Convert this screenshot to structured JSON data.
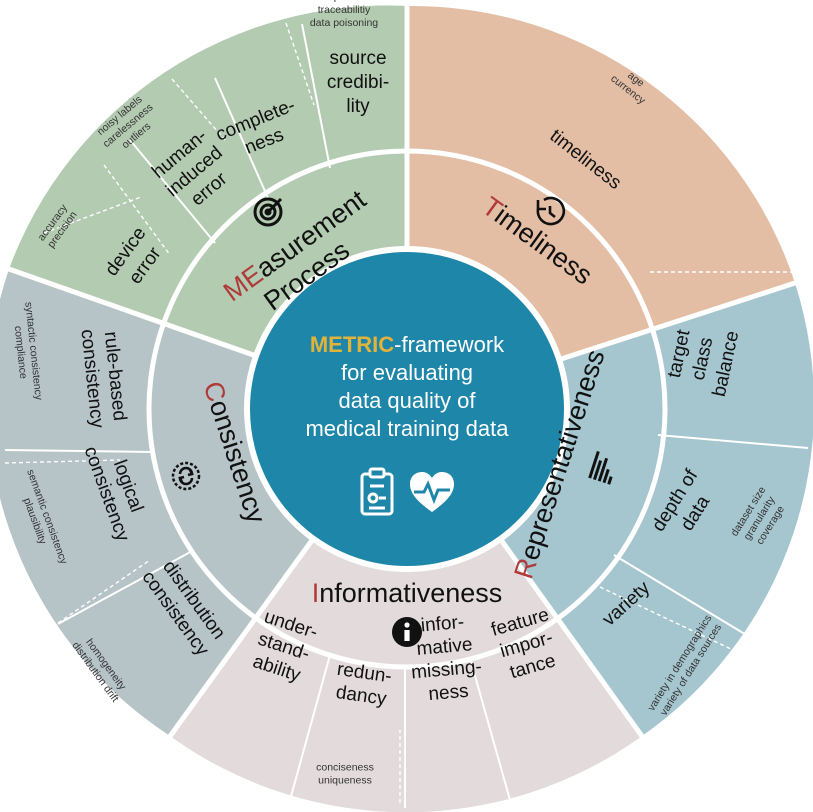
{
  "center": {
    "highlight": "METRIC",
    "line1_rest": "-framework",
    "line2": "for evaluating",
    "line3": "data quality of",
    "line4": "medical training data",
    "icons": [
      "clipboard-icon",
      "heart-pulse-icon"
    ]
  },
  "colors": {
    "center_fill": "#1e86a8",
    "measurement": "#b3cbb1",
    "timeliness": "#e3bea5",
    "representativeness": "#a5c5cf",
    "informativeness": "#e3dbdb",
    "consistency": "#b6c3c7",
    "dimension_highlight": "#b03a3a",
    "metric_highlight": "#e2b33a"
  },
  "dimensions": {
    "measurement": {
      "hl": "ME",
      "rest": "asurement",
      "line2": "Process",
      "icon": "target-icon",
      "subs": [
        {
          "lines": [
            "device",
            "error"
          ],
          "terms": [
            "accuracy",
            "precision"
          ]
        },
        {
          "lines": [
            "human-",
            "induced",
            "error"
          ],
          "terms": [
            "noisy labels",
            "carelessness",
            "outliers"
          ]
        },
        {
          "lines": [
            "complete-",
            "ness"
          ],
          "terms": []
        },
        {
          "lines": [
            "source",
            "credibi-",
            "lity"
          ],
          "terms": [
            "expertise",
            "traceabilitiy",
            "data poisoning"
          ]
        }
      ]
    },
    "timeliness": {
      "hl": "T",
      "rest": "imeliness",
      "icon": "clock-icon",
      "subs": [
        {
          "lines": [
            "timeliness"
          ],
          "terms": [
            "age",
            "currency"
          ]
        }
      ]
    },
    "representativeness": {
      "hl": "R",
      "rest": "epresentativeness",
      "icon": "bar-chart-icon",
      "subs": [
        {
          "lines": [
            "target",
            "class",
            "balance"
          ],
          "terms": []
        },
        {
          "lines": [
            "depth of",
            "data"
          ],
          "terms": [
            "dataset size",
            "granularity",
            "coverage"
          ]
        },
        {
          "lines": [
            "variety"
          ],
          "terms": [
            "variety in demographics",
            "variety of data sources"
          ]
        }
      ]
    },
    "informativeness": {
      "hl": "I",
      "rest": "nformativeness",
      "icon": "info-icon",
      "subs": [
        {
          "lines": [
            "feature",
            "impor-",
            "tance"
          ],
          "terms": []
        },
        {
          "lines": [
            "infor-",
            "mative",
            "missing-",
            "ness"
          ],
          "terms": []
        },
        {
          "lines": [
            "redun-",
            "dancy"
          ],
          "terms": [
            "conciseness",
            "uniqueness"
          ]
        },
        {
          "lines": [
            "under-",
            "stand-",
            "ability"
          ],
          "terms": []
        }
      ]
    },
    "consistency": {
      "hl": "C",
      "rest": "onsistency",
      "icon": "sync-icon",
      "subs": [
        {
          "lines": [
            "distribution",
            "consistency"
          ],
          "terms": [
            "homogeneity",
            "distribution drift"
          ]
        },
        {
          "lines": [
            "logical",
            "consistency"
          ],
          "terms": [
            "semantic consistency",
            "plausibility"
          ]
        },
        {
          "lines": [
            "rule-based",
            "consistency"
          ],
          "terms": [
            "syntactic consistency",
            "compliance"
          ]
        }
      ]
    }
  }
}
